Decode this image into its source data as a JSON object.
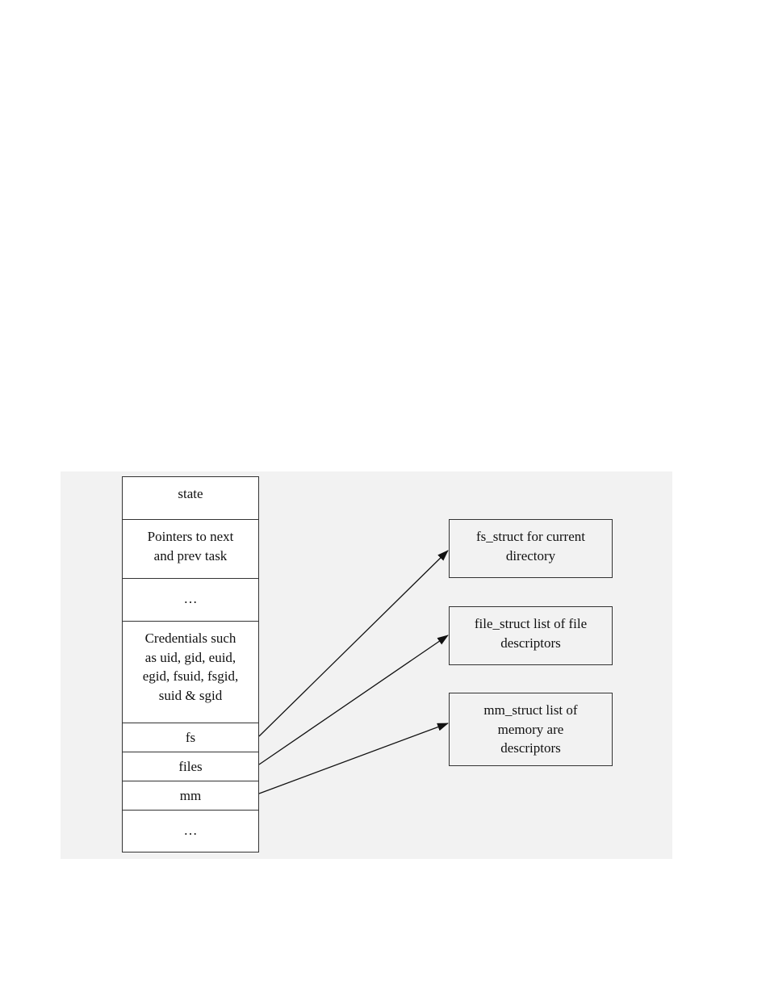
{
  "task_struct": {
    "fields": [
      {
        "id": "state",
        "label": "state"
      },
      {
        "id": "pointers",
        "label": "Pointers to next\nand prev task"
      },
      {
        "id": "ellipsis-1",
        "label": "…"
      },
      {
        "id": "credentials",
        "label": "Credentials such\nas uid, gid, euid,\negid, fsuid, fsgid,\nsuid & sgid"
      },
      {
        "id": "fs",
        "label": "fs"
      },
      {
        "id": "files",
        "label": "files"
      },
      {
        "id": "mm",
        "label": "mm"
      },
      {
        "id": "ellipsis-2",
        "label": "…"
      }
    ]
  },
  "targets": [
    {
      "id": "fs-struct",
      "label": "fs_struct for current\ndirectory",
      "source": "fs"
    },
    {
      "id": "file-struct",
      "label": "file_struct list of file\ndescriptors",
      "source": "files"
    },
    {
      "id": "mm-struct",
      "label": "mm_struct list of\nmemory are\ndescriptors",
      "source": "mm"
    }
  ],
  "colors": {
    "panel_background": "#f2f2f2",
    "cell_background": "#ffffff",
    "border": "#333333",
    "arrow": "#111111"
  }
}
